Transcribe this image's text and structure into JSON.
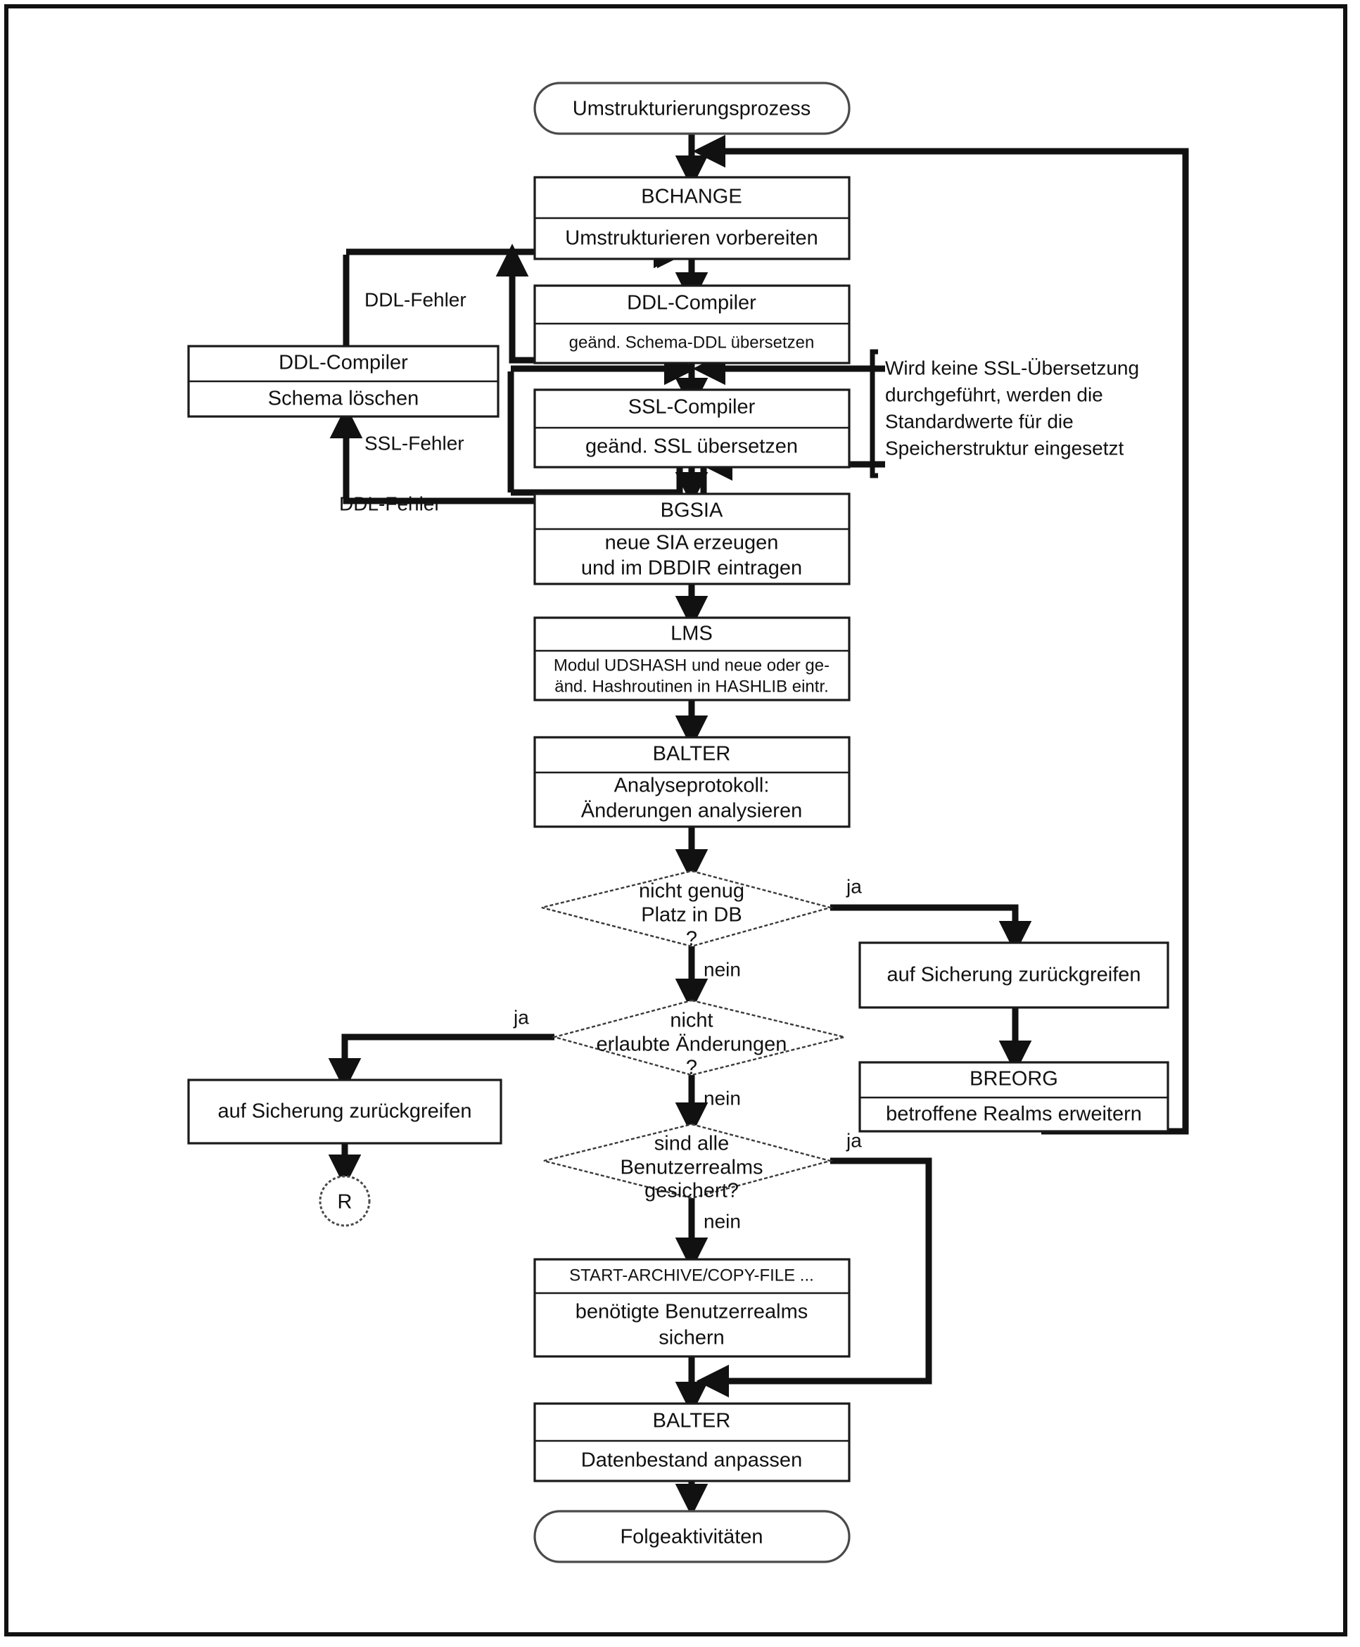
{
  "diagram": {
    "title": "Umstrukturierungsprozess (Restructuring process flowchart)",
    "language": "de",
    "start_terminal": "Umstrukturierungsprozess",
    "end_terminal": "Folgeaktivitäten",
    "connector": "R",
    "annotation": {
      "line1": "Wird keine SSL-Übersetzung",
      "line2": "durchgeführt, werden die",
      "line3": "Standardwerte für die",
      "line4": "Speicherstruktur eingesetzt"
    },
    "nodes": {
      "bchange": {
        "header": "BCHANGE",
        "body": "Umstrukturieren vorbereiten"
      },
      "ddl_compiler_main": {
        "header": "DDL-Compiler",
        "body": "geänd. Schema-DDL übersetzen"
      },
      "ddl_compiler_left": {
        "header": "DDL-Compiler",
        "body": "Schema löschen"
      },
      "ssl_compiler": {
        "header": "SSL-Compiler",
        "body": "geänd. SSL übersetzen"
      },
      "bgsia": {
        "header": "BGSIA",
        "body_line1": "neue SIA erzeugen",
        "body_line2": "und im DBDIR eintragen"
      },
      "lms": {
        "header": "LMS",
        "body_line1": "Modul UDSHASH und neue oder ge-",
        "body_line2": "änd. Hashroutinen in HASHLIB eintr."
      },
      "balter_analyse": {
        "header": "BALTER",
        "body_line1": "Analyseprotokoll:",
        "body_line2": "Änderungen analysieren"
      },
      "sicherung_right": {
        "body": "auf Sicherung zurückgreifen"
      },
      "breorg": {
        "header": "BREORG",
        "body": "betroffene Realms erweitern"
      },
      "sicherung_left": {
        "body": "auf Sicherung zurückgreifen"
      },
      "start_archive": {
        "header": "START-ARCHIVE/COPY-FILE ...",
        "body_line1": "benötigte Benutzerrealms",
        "body_line2": "sichern"
      },
      "balter_datenbestand": {
        "header": "BALTER",
        "body": "Datenbestand anpassen"
      }
    },
    "decisions": {
      "platz": {
        "line1": "nicht genug",
        "line2": "Platz in DB",
        "line3": "?",
        "yes": "ja",
        "no": "nein"
      },
      "aenderungen": {
        "line1": "nicht",
        "line2": "erlaubte Änderungen",
        "line3": "?",
        "yes": "ja",
        "no": "nein"
      },
      "benutzerrealms": {
        "line1": "sind alle",
        "line2": "Benutzerrealms",
        "line3": "gesichert?",
        "yes": "ja",
        "no": "nein"
      }
    },
    "edge_labels": {
      "ddl_fehler_top": "DDL-Fehler",
      "ssl_fehler": "SSL-Fehler",
      "ddl_fehler_bottom": "DDL-Fehler"
    },
    "colors": {
      "stroke": "#111111",
      "background": "#ffffff",
      "frame": "#111111"
    }
  }
}
